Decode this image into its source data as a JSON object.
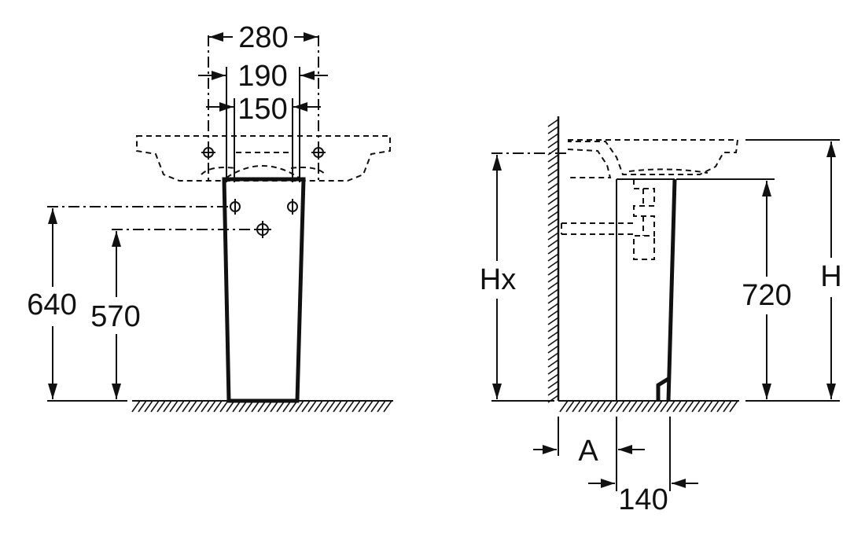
{
  "front_view": {
    "width_outer": "280",
    "width_mid": "190",
    "width_inner": "150",
    "height_upper": "640",
    "height_lower": "570"
  },
  "side_view": {
    "height_hx": "Hx",
    "height_pedestal": "720",
    "height_total": "H",
    "wall_offset": "A",
    "pedestal_depth": "140"
  }
}
